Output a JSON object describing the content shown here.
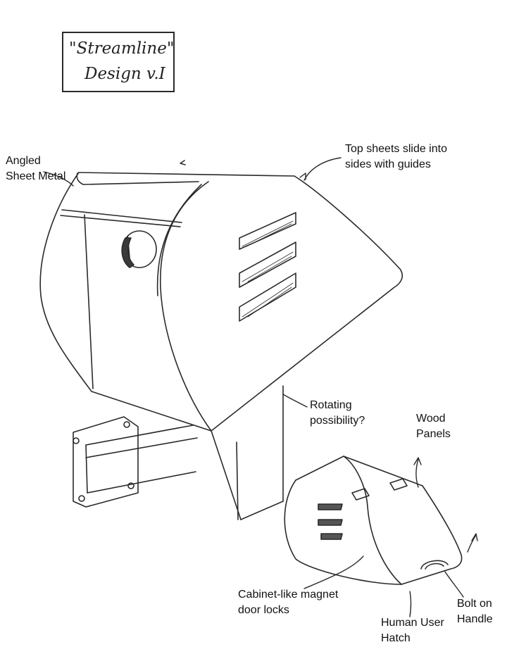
{
  "title": {
    "line1": "\"Streamline\"",
    "line2": "Design v.I"
  },
  "labels": {
    "angled_sheet_metal_1": "Angled",
    "angled_sheet_metal_2": "Sheet Metal",
    "top_sheets_1": "Top sheets slide into",
    "top_sheets_2": "sides with guides",
    "rotating_1": "Rotating",
    "rotating_2": "possibility?",
    "wood_panels_1": "Wood",
    "wood_panels_2": "Panels",
    "cabinet_locks_1": "Cabinet-like magnet",
    "cabinet_locks_2": "door locks",
    "human_hatch_1": "Human User",
    "human_hatch_2": "Hatch",
    "bolt_handle_1": "Bolt on",
    "bolt_handle_2": "Handle"
  },
  "colors": {
    "ink": "#2a2a2a",
    "paper": "#ffffff"
  }
}
